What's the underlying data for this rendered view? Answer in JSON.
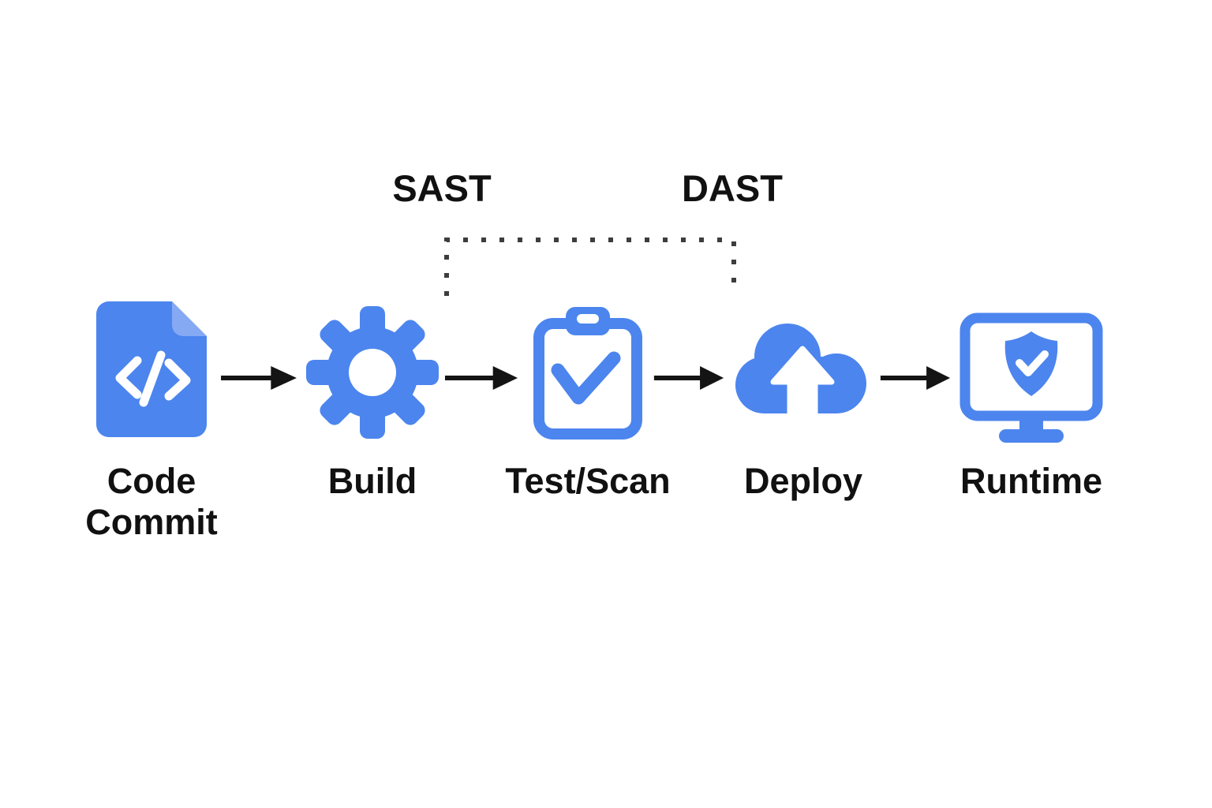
{
  "annotations": {
    "sast_label": "SAST",
    "dast_label": "DAST"
  },
  "stages": [
    {
      "id": "code-commit",
      "label": "Code Commit",
      "icon": "code-document-icon"
    },
    {
      "id": "build",
      "label": "Build",
      "icon": "gear-icon"
    },
    {
      "id": "test-scan",
      "label": "Test/Scan",
      "icon": "clipboard-check-icon"
    },
    {
      "id": "deploy",
      "label": "Deploy",
      "icon": "cloud-upload-icon"
    },
    {
      "id": "runtime",
      "label": "Runtime",
      "icon": "monitor-shield-icon"
    }
  ],
  "colors": {
    "primary_blue": "#4C85EE",
    "light_blue": "#85A9F3",
    "arrow_black": "#141414",
    "dotted_line": "#3d3d3d",
    "text": "#111111",
    "background": "#ffffff"
  }
}
